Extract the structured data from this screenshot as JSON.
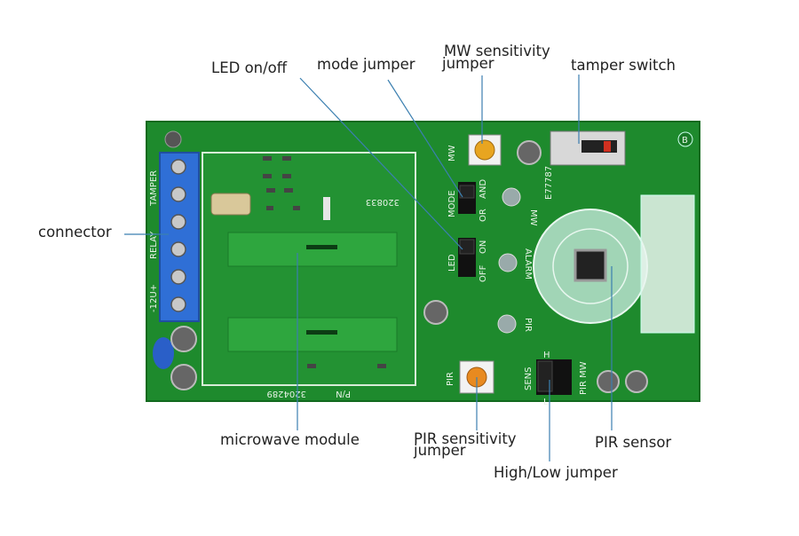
{
  "labels": {
    "led": "LED on/off",
    "mode": "mode jumper",
    "mw_line1": "MW sensitivity",
    "mw_line2": "jumper",
    "tamper": "tamper switch",
    "connector": "connector",
    "microwave": "microwave module",
    "pir_sens_line1": "PIR sensitivity",
    "pir_sens_line2": "jumper",
    "pir_sensor": "PIR sensor",
    "highlow": "High/Low jumper"
  },
  "silkscreen": {
    "tamper": "TAMPER",
    "relay": "RELAY",
    "power": "-12U+",
    "mw": "MW",
    "mode": "MODE",
    "and": "AND",
    "or": "OR",
    "on": "ON",
    "off": "OFF",
    "led": "LED",
    "alarm": "ALARM",
    "pir": "PIR",
    "sens": "SENS",
    "h": "H",
    "l": "L",
    "pir_mw": "PIR MW",
    "code_top": "320833",
    "code_bottom": "3204289",
    "pn": "P/N",
    "serial": "E77787",
    "b": "B"
  },
  "colors": {
    "pcb": "#1f8a2e",
    "pcb_dark": "#146b22",
    "trace": "#2ea03d",
    "terminal": "#2f6fd6",
    "leader": "#3b7fb0"
  }
}
